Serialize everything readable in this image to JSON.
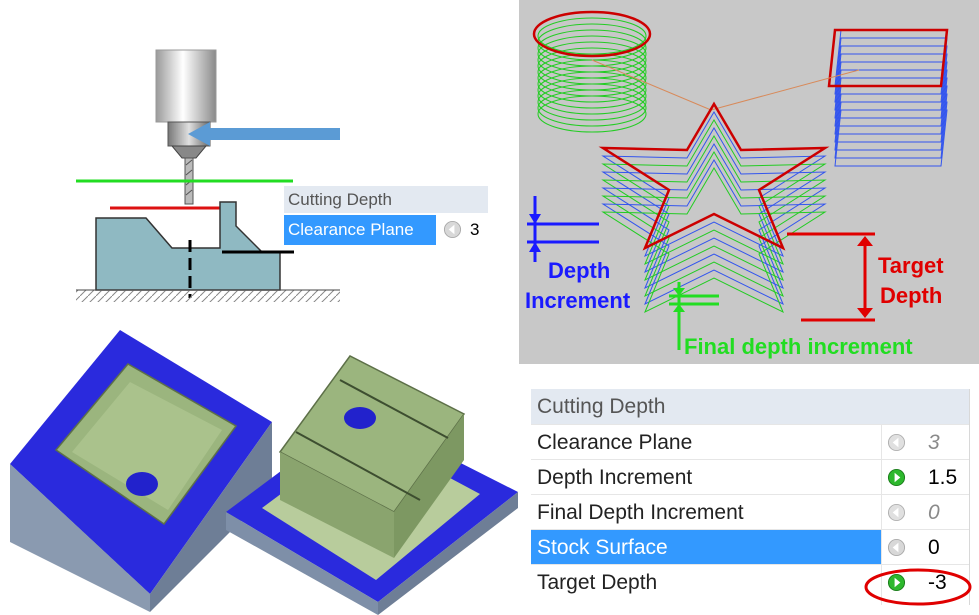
{
  "mini_panel": {
    "header": "Cutting Depth",
    "row": {
      "label": "Clearance Plane",
      "value": "3"
    }
  },
  "render_labels": {
    "depth_increment_l1": "Depth",
    "depth_increment_l2": "Increment",
    "target_depth_l1": "Target",
    "target_depth_l2": "Depth",
    "final_depth_increment": "Final depth increment"
  },
  "panel": {
    "header": "Cutting Depth",
    "rows": [
      {
        "label": "Clearance Plane",
        "value": "3"
      },
      {
        "label": "Depth Increment",
        "value": "1.5"
      },
      {
        "label": "Final Depth Increment",
        "value": "0"
      },
      {
        "label": "Stock Surface",
        "value": "0"
      },
      {
        "label": "Target Depth",
        "value": "-3"
      }
    ]
  },
  "colors": {
    "selection": "#3399ff",
    "header_bg": "#e3e9f1",
    "depth_blue": "#1a1aff",
    "target_red": "#e00000",
    "final_green": "#22dd22",
    "render_bg": "#c8c8c8",
    "part_green": "#9bb57e",
    "part_blue": "#2a2add"
  },
  "icons": {
    "disabled_arrow": "arrow-left-disabled-icon",
    "enabled_arrow": "arrow-right-green-icon"
  }
}
